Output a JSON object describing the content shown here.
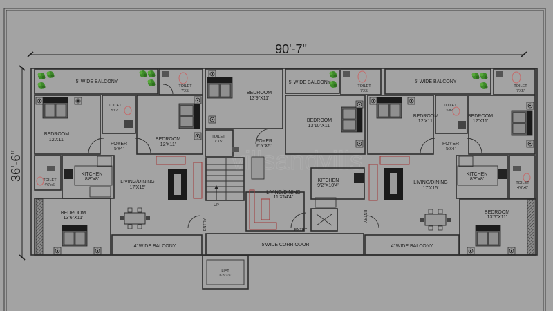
{
  "drawing": {
    "type": "residential floor plan",
    "overall_width": "90'-7\"",
    "overall_depth": "36'-6\"",
    "watermark": "villsandvills"
  },
  "colors": {
    "background": "#a3a3a3",
    "walls": "#2e2e2e",
    "furniture_red": "#a03a3a",
    "plants": "#3e8a2a"
  },
  "left_unit": {
    "balcony_top": "5' WIDE BALCONY",
    "toilet_top": {
      "name": "TOILET",
      "size": "7'X5'"
    },
    "bedroom1": {
      "name": "BEDROOM",
      "size": "12'X11'"
    },
    "toilet_mid": {
      "name": "TOILET",
      "size": "5'x7'"
    },
    "bedroom2": {
      "name": "BEDROOM",
      "size": "12'X11'"
    },
    "foyer": {
      "name": "FOYER",
      "size": "5'x4'"
    },
    "kitchen": {
      "name": "KITCHEN",
      "size": "8'8\"x8'"
    },
    "toilet_small": {
      "name": "TOILET",
      "size": "4'6\"x6'"
    },
    "living": {
      "name": "LIVING/DINING",
      "size": "17'X15'"
    },
    "bedroom3": {
      "name": "BEDROOM",
      "size": "13'6\"X11'"
    },
    "balcony_bottom": "4' WIDE BALCONY",
    "entry": "ENTRY"
  },
  "center_unit": {
    "bedroom1": {
      "name": "BEDROOM",
      "size": "13'9\"X11'"
    },
    "balcony_top": "5' WIDE BALCONY",
    "toilet_top": {
      "name": "TOILET",
      "size": "7'X5'"
    },
    "bedroom2": {
      "name": "BEDROOM",
      "size": "13'10\"X11'"
    },
    "toilet_mid": {
      "name": "TOILET",
      "size": "7'X5'"
    },
    "foyer": {
      "name": "FOYER",
      "size": "6'5\"X5'"
    },
    "living": {
      "name": "LIVING/DINING",
      "size": "11'X14'4\""
    },
    "kitchen": {
      "name": "KITCHEN",
      "size": "9'2\"X10'4\""
    },
    "stairs_label": "UP",
    "entry": "ENTRY",
    "corridor": "5'WIDE CORRIODOR"
  },
  "right_unit": {
    "balcony_top": "5' WIDE BALCONY",
    "toilet_top": {
      "name": "TOILET",
      "size": "7'X5'"
    },
    "bedroom1": {
      "name": "BEDROOM",
      "size": "12'X11'"
    },
    "toilet_mid": {
      "name": "TOILET",
      "size": "5'x7'"
    },
    "bedroom2": {
      "name": "BEDROOM",
      "size": "12'X11'"
    },
    "foyer": {
      "name": "FOYER",
      "size": "5'x4'"
    },
    "kitchen": {
      "name": "KITCHEN",
      "size": "8'8\"x8'"
    },
    "toilet_small": {
      "name": "TOILET",
      "size": "4'6\"x6'"
    },
    "living": {
      "name": "LIVING/DINING",
      "size": "17'X15'"
    },
    "bedroom3": {
      "name": "BEDROOM",
      "size": "13'6\"X11'"
    },
    "balcony_bottom": "4' WIDE BALCONY",
    "entry": "ENTRY"
  },
  "lift": {
    "name": "LIFT",
    "size": "6'8\"X5'"
  }
}
